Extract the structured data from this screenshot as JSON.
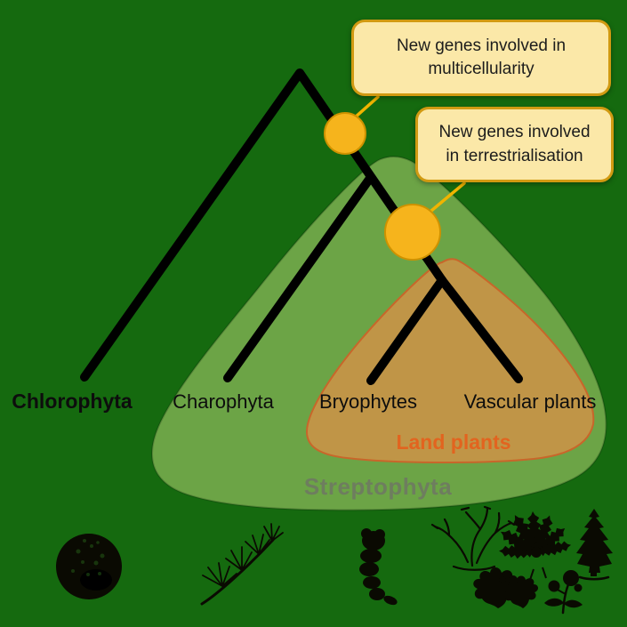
{
  "scene": {
    "background_color": "#156A0F",
    "tree_line_color": "#000000",
    "connector_color": "#F0B400"
  },
  "callouts": [
    {
      "id": "multicellularity",
      "lines": [
        "New genes involved in",
        "multicellularity"
      ],
      "fill": "#FBE8A8",
      "border": "#D19A12"
    },
    {
      "id": "terrestrialisation",
      "lines": [
        "New genes involved",
        "in terrestrialisation"
      ],
      "fill": "#FBE8A8",
      "border": "#D19A12"
    }
  ],
  "tree": {
    "node_color": "#F6B41C",
    "node_border": "#CE9200",
    "taxa": [
      {
        "label": "Chlorophyta"
      },
      {
        "label": "Charophyta"
      },
      {
        "label": "Bryophytes"
      },
      {
        "label": "Vascular plants"
      }
    ]
  },
  "groups": {
    "streptophyta": {
      "label": "Streptophyta",
      "fill": "#6CA446",
      "label_color": "#6E7D5F"
    },
    "land_plants": {
      "label": "Land plants",
      "fill": "#C09547",
      "border": "#C8662A",
      "label_color": "#E2641F"
    }
  },
  "silhouettes": [
    {
      "name": "volvox-colonial-alga"
    },
    {
      "name": "charophyte-alga"
    },
    {
      "name": "liverwort"
    },
    {
      "name": "early-land-plant"
    },
    {
      "name": "fern"
    },
    {
      "name": "conifer-tree"
    },
    {
      "name": "oak-leaves"
    },
    {
      "name": "flowering-plant"
    }
  ]
}
